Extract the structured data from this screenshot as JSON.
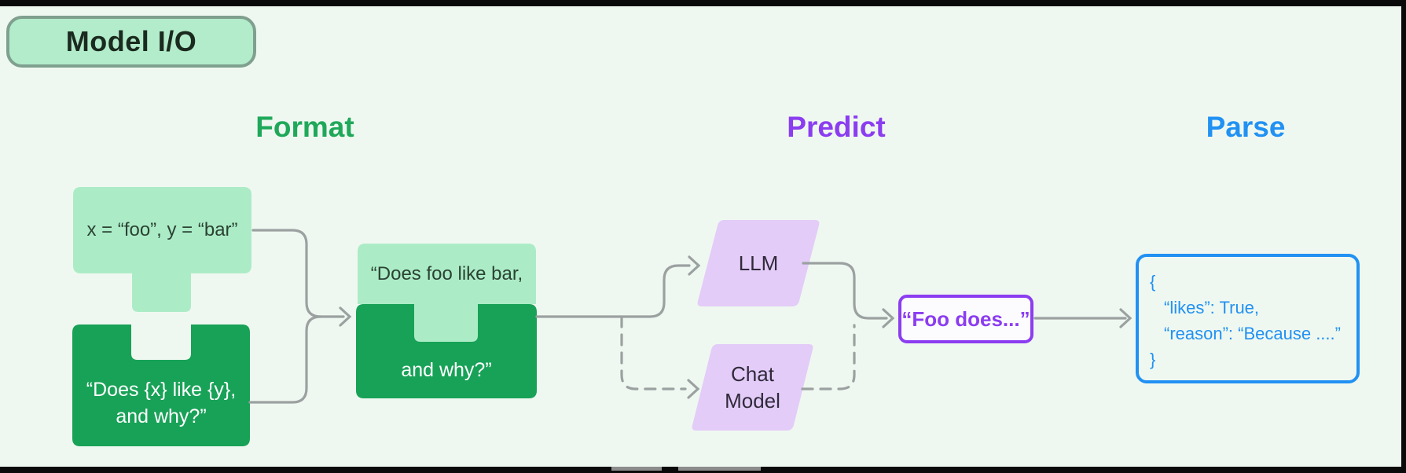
{
  "badge": {
    "label": "Model I/O"
  },
  "headers": {
    "format": {
      "label": "Format",
      "color": "#1fa85a"
    },
    "predict": {
      "label": "Predict",
      "color": "#8b3df0"
    },
    "parse": {
      "label": "Parse",
      "color": "#2191f3"
    }
  },
  "format_stage": {
    "variables_text": "x = “foo”, y = “bar”",
    "template_line1": "“Does {x} like {y},",
    "template_line2": "and why?”",
    "formatted_line1": "“Does foo like bar,",
    "formatted_line2": "and why?”"
  },
  "predict_stage": {
    "llm_label": "LLM",
    "chat_model_line1": "Chat",
    "chat_model_line2": "Model",
    "output_text": "“Foo does...”"
  },
  "parse_stage": {
    "json_lines": [
      "{",
      "“likes”: True,",
      "“reason”: “Because ....”",
      "}"
    ]
  },
  "colors": {
    "bg": "#eff8f0",
    "green-light": "#abecc6",
    "green-dark": "#18a257",
    "lavender": "#e3ccf8",
    "arrow": "#9ba1a1",
    "purple": "#8b3df0",
    "blue": "#2191f3",
    "green-header": "#1fa85a",
    "pill-bg": "#b2ecca",
    "pill-border": "#7fa08f"
  }
}
